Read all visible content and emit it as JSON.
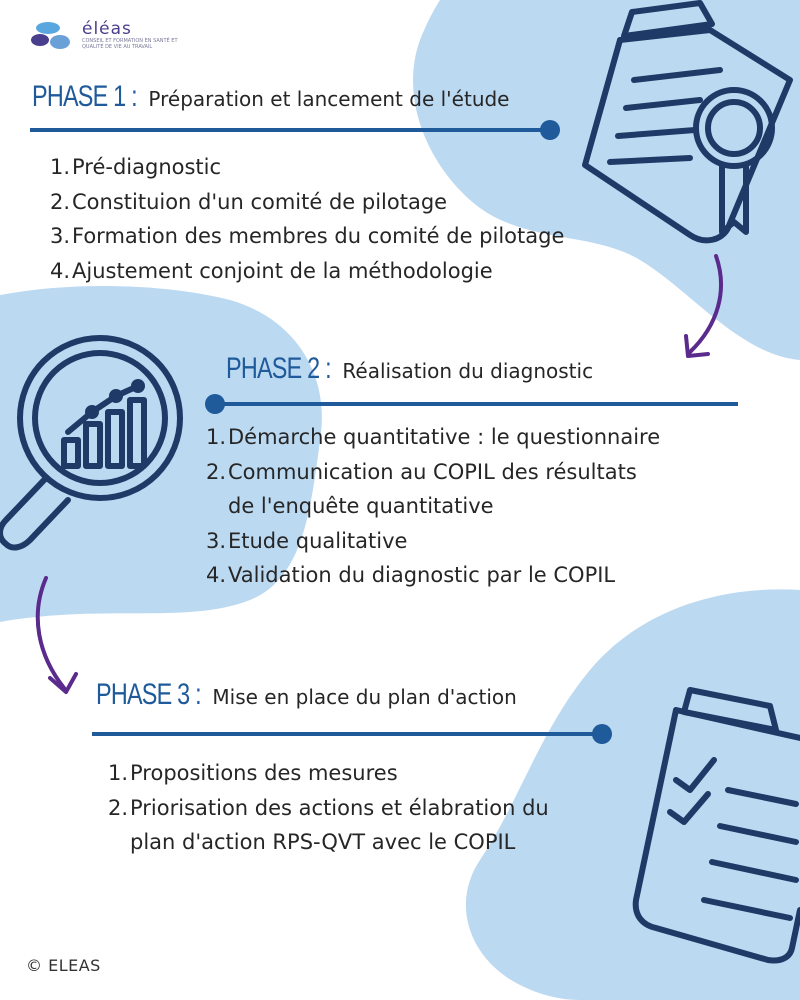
{
  "brand": {
    "name": "éléas",
    "tagline": "CONSEIL ET FORMATION EN SANTÉ ET QUALITÉ DE VIE AU TRAVAIL",
    "copyright": "© ELEAS"
  },
  "colors": {
    "blob": "#bcd9f2",
    "accent": "#1f5a9a",
    "arrow": "#5a2a8c",
    "icon_stroke": "#1f3a66"
  },
  "icons": [
    "clipboard-magnifier-icon",
    "chart-magnifier-icon",
    "checklist-clipboard-icon",
    "curved-arrow-icon"
  ],
  "phases": [
    {
      "label": "PHASE 1 :",
      "title": "Préparation et lancement de l'étude",
      "steps": [
        {
          "num": "1.",
          "text": "Pré-diagnostic"
        },
        {
          "num": "2.",
          "text": "Constituion d'un comité de pilotage"
        },
        {
          "num": "3.",
          "text": "Formation des membres du comité de pilotage"
        },
        {
          "num": "4.",
          "text": "Ajustement conjoint de la méthodologie"
        }
      ]
    },
    {
      "label": "PHASE 2 :",
      "title": "Réalisation du diagnostic",
      "steps": [
        {
          "num": "1.",
          "text": "Démarche quantitative : le questionnaire"
        },
        {
          "num": "2.",
          "text": "Communication au COPIL des résultats",
          "text2": "de l'enquête quantitative"
        },
        {
          "num": "3.",
          "text": "Etude qualitative"
        },
        {
          "num": "4.",
          "text": "Validation du diagnostic par le COPIL"
        }
      ]
    },
    {
      "label": "PHASE 3 :",
      "title": "Mise en place du plan d'action",
      "steps": [
        {
          "num": "1.",
          "text": "Propositions des mesures"
        },
        {
          "num": "2.",
          "text": "Priorisation des actions et élabration du",
          "text2": "plan d'action RPS-QVT avec le COPIL"
        }
      ]
    }
  ]
}
